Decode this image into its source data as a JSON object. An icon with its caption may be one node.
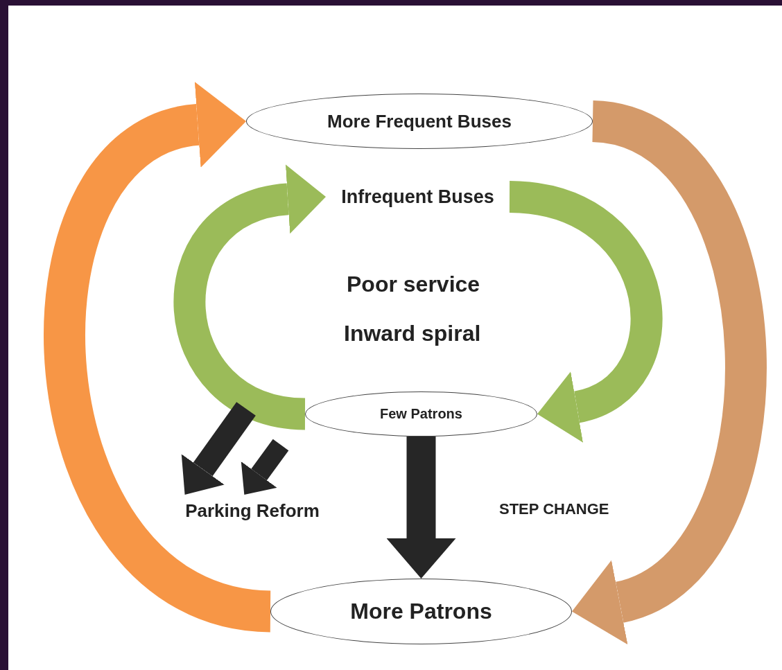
{
  "diagram": {
    "nodes": [
      {
        "text": [
          "More Frequent Buses"
        ]
      },
      {
        "text": [
          "Infrequent Buses"
        ]
      },
      {
        "text": [
          "Few Patrons"
        ]
      },
      {
        "text": [
          "Parking Reform"
        ]
      },
      {
        "text": [
          "More Patrons"
        ]
      }
    ],
    "edges": [
      {
        "from": 1,
        "to": 2,
        "arrow": "to",
        "color": "#9bbb59"
      },
      {
        "from": 2,
        "to": 1,
        "arrow": "to",
        "color": "#9bbb59"
      },
      {
        "from": 2,
        "to": 4,
        "arrow": "to",
        "color": "#262626"
      },
      {
        "from": null,
        "to": 3,
        "arrow": "to",
        "color": "#262626"
      },
      {
        "from": null,
        "to": 3,
        "arrow": "to",
        "color": "#262626"
      },
      {
        "from": 4,
        "to": 0,
        "arrow": "to",
        "color": "#f79646"
      },
      {
        "from": 0,
        "to": 4,
        "arrow": "to",
        "color": "#d49a6a"
      }
    ],
    "labels": [
      "Poor service",
      "Inward spiral",
      "STEP CHANGE"
    ]
  }
}
